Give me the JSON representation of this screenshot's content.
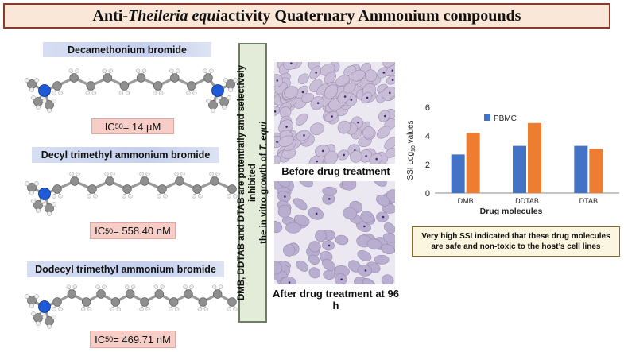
{
  "title": {
    "prefix": "Anti-",
    "italic": "Theileria equi",
    "suffix": " activity Quaternary Ammonium compounds"
  },
  "compounds": [
    {
      "name": "Decamethonium bromide",
      "ic_label": "IC",
      "ic_sub": "50",
      "ic_value": "= 14 µM"
    },
    {
      "name": "Decyl trimethyl ammonium bromide",
      "ic_label": "IC",
      "ic_sub": "50",
      "ic_value": " = 558.40 nM"
    },
    {
      "name": "Dodecyl trimethyl ammonium bromide",
      "ic_label": "IC",
      "ic_sub": "50",
      "ic_value": " = 469.71 nM"
    }
  ],
  "vertical_note": {
    "line1": "DMB, DDTAB and DTAB are potentially and selectively inhibited",
    "line2_prefix": "the in vitro growth of ",
    "line2_italic": "T. equi"
  },
  "micrographs": {
    "before_label": "Before drug treatment",
    "after_label": "After drug treatment at 96 h"
  },
  "chart_data": {
    "type": "bar",
    "categories": [
      "DMB",
      "DDTAB",
      "DTAB"
    ],
    "series": [
      {
        "name": "PBMC",
        "values": [
          2.7,
          3.3,
          3.3
        ],
        "color": "#4472c4"
      },
      {
        "values": [
          4.2,
          4.9,
          3.1
        ],
        "color": "#ed7d31"
      }
    ],
    "xlabel": "Drug molecules",
    "ylabel_main": "SSI Log",
    "ylabel_sub": "10",
    "ylabel_tail": " values",
    "ylim": [
      0,
      6
    ],
    "yticks": [
      0,
      2,
      4,
      6
    ],
    "grid": false,
    "legend": "top-left"
  },
  "ssi_note": "Very high SSI indicated that these drug molecules are safe and non-toxic to the host’s cell lines",
  "colors": {
    "carbon": "#8f8f8f",
    "nitrogen": "#1f5bd6",
    "hydrogen": "#eeeeee",
    "title_border": "#8a3a2a"
  }
}
